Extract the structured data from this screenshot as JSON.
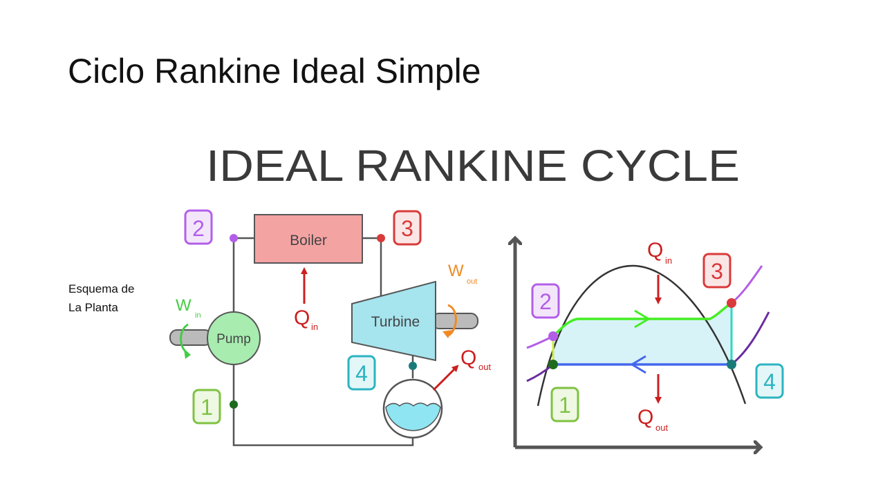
{
  "slide": {
    "title": "Ciclo Rankine Ideal Simple",
    "caption": [
      "Esquema de",
      "La Planta"
    ]
  },
  "diagram": {
    "heading": "IDEAL RANKINE CYCLE",
    "components": {
      "boiler": "Boiler",
      "turbine": "Turbine",
      "pump": "Pump"
    },
    "heat_labels": {
      "q": "Q",
      "in": "in",
      "out": "out"
    },
    "work_labels": {
      "w": "W",
      "in": "in",
      "out": "out"
    },
    "states": [
      "1",
      "2",
      "3",
      "4"
    ],
    "colors": {
      "state_1": "#7fc241",
      "state_2": "#b35ee8",
      "state_3": "#d93a3a",
      "state_4": "#2bb3c0",
      "boiler_fill": "#f4a3a3",
      "turbine_fill": "#a6e4ee",
      "pump_fill": "#a8ecb0",
      "heat_arrow": "#cc1f1f",
      "work_arrow": "#f08a24",
      "line": "#555555",
      "dome": "#333333",
      "heating_line": "#44ee22",
      "cooling_line": "#4466ee",
      "cycle_fill": "#d7f3f7"
    },
    "icons": [
      "shaft-icon",
      "rotation-arrow-icon",
      "condenser-water-icon"
    ]
  }
}
